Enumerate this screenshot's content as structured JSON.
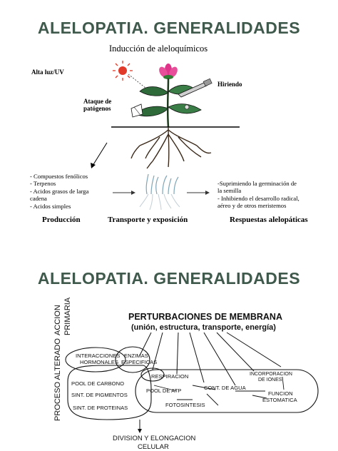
{
  "slide1": {
    "title": "ALELOPATIA. GENERALIDADES",
    "diagram_title": "Inducción de aleloquímicos",
    "alta_luz": "Alta luz/UV",
    "hiriendo": "Hiriendo",
    "ataque": [
      "Ataque de",
      "patógenos"
    ],
    "compounds": [
      "- Compuestos fenólicos",
      "- Terpenos",
      "- Acidos grasos de larga",
      "cadena",
      "- Acidos simples"
    ],
    "responses": [
      "-Suprimiendo la germinación de",
      "la semilla",
      "- Inhibiendo el desarrollo radical,",
      "aéreo y de otros meristemos"
    ],
    "labels": {
      "produccion": "Producción",
      "transporte": "Transporte y exposición",
      "respuestas": "Respuestas alelopáticas"
    }
  },
  "slide2": {
    "title": "ALELOPATIA. GENERALIDADES",
    "accion": [
      "ACCION",
      "PRIMARIA"
    ],
    "proceso": "PROCESO ALTERADO",
    "perturbaciones": "PERTURBACIONES DE MEMBRANA",
    "union": "(unión, estructura, transporte, energía)",
    "interacciones": [
      "INTERACCIONES",
      "HORMONALES"
    ],
    "enzimas": [
      "ENZIMAS",
      "ESPECIFICAS"
    ],
    "respiracion": "RESPIRACION",
    "incorporacion": [
      "INCORPORACION",
      "DE IONES"
    ],
    "pool_carbono": "POOL DE CARBONO",
    "pool_atp": "POOL DE ATP",
    "cont_agua": "CONT. DE AGUA",
    "sint_pigmentos": "SINT. DE PIGMENTOS",
    "sint_proteinas": "SINT. DE PROTEINAS",
    "fotosintesis": "FOTOSINTESIS",
    "funcion": [
      "FUNCION",
      "ESTOMATICA"
    ],
    "division": [
      "DIVISION Y ELONGACION",
      "CELULAR"
    ]
  }
}
